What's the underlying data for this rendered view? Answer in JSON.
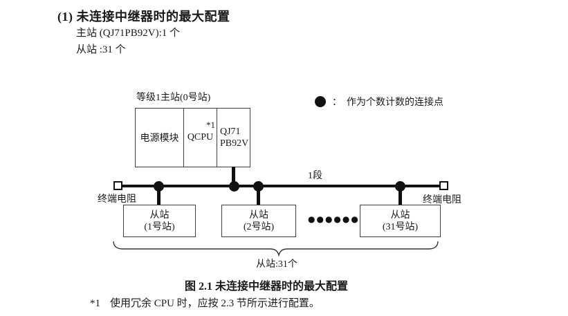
{
  "header": {
    "title": "(1) 未连接中继器时的最大配置",
    "master_count_line": "主站 (QJ71PB92V):1 个",
    "slave_count_line": "从站 :31 个"
  },
  "legend": {
    "separator": "：",
    "label": "作为个数计数的连接点"
  },
  "master": {
    "label": "等级1主站(0号站)",
    "modules": {
      "power": "电源模块",
      "cpu": "QCPU",
      "cpu_note_ref": "*1",
      "pb_line1": "QJ71",
      "pb_line2": "PB92V"
    }
  },
  "bus": {
    "segment_label": "1段",
    "terminator_left": "终端电阻",
    "terminator_right": "终端电阻"
  },
  "slaves": {
    "boxes": [
      {
        "line1": "从站",
        "line2": "(1号站)"
      },
      {
        "line1": "从站",
        "line2": "(2号站)"
      },
      {
        "line1": "从站",
        "line2": "(31号站)"
      }
    ],
    "ellipsis": "●●●●●●",
    "total_label": "从站:31个"
  },
  "caption": "图 2.1 未连接中继器时的最大配置",
  "footnote": {
    "ref": "*1",
    "text": "使用冗余 CPU 时，应按 2.3 节所示进行配置。"
  }
}
